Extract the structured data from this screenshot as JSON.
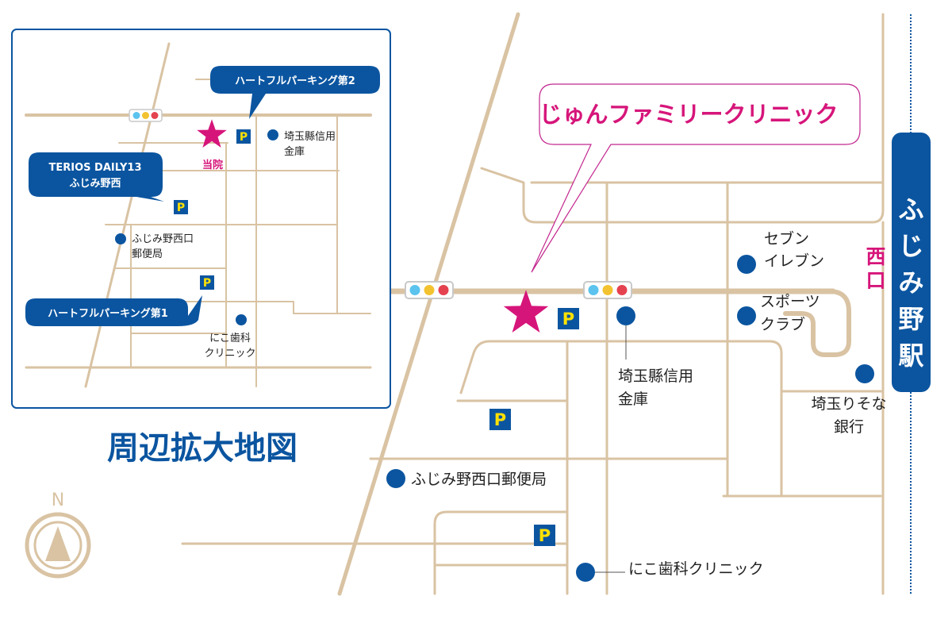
{
  "title": "周辺拡大地図",
  "clinic": {
    "name": "じゅんファミリークリニック",
    "inset_label": "当院",
    "color": "#d6157a"
  },
  "station": {
    "name": "ふじみ野駅",
    "exit": "西口",
    "color": "#0b55a0"
  },
  "compass": {
    "label": "N",
    "color": "#d9c3a3"
  },
  "colors": {
    "road": "#d9c3a3",
    "landmark": "#0b55a0",
    "parking_bg": "#0b55a0",
    "parking_fg": "#ffe100",
    "signal_light_1": "#5bc3ee",
    "signal_light_2": "#f2c230",
    "signal_light_3": "#e54250"
  },
  "parking_symbol": "P",
  "main_map": {
    "landmarks": [
      {
        "id": "saitama-shinkin",
        "line1": "埼玉縣信用",
        "line2": "金庫"
      },
      {
        "id": "seven-eleven",
        "line1": "セブン",
        "line2": "イレブン"
      },
      {
        "id": "sports-club",
        "line1": "スポーツ",
        "line2": "クラブ"
      },
      {
        "id": "resona",
        "line1": "埼玉りそな",
        "line2": "銀行"
      },
      {
        "id": "post-office",
        "line1": "ふじみ野西口郵便局"
      },
      {
        "id": "dental",
        "line1": "にこ歯科クリニック"
      }
    ]
  },
  "inset": {
    "bubbles": [
      {
        "id": "parking-2",
        "line1": "ハートフルパーキング第2"
      },
      {
        "id": "terios",
        "line1": "TERIOS DAILY13",
        "line2": "ふじみ野西"
      },
      {
        "id": "parking-1",
        "line1": "ハートフルパーキング第1"
      }
    ],
    "landmarks": [
      {
        "id": "saitama-shinkin",
        "line1": "埼玉縣信用",
        "line2": "金庫"
      },
      {
        "id": "post-office",
        "line1": "ふじみ野西口",
        "line2": "郵便局"
      },
      {
        "id": "dental",
        "line1": "にこ歯科",
        "line2": "クリニック"
      }
    ]
  }
}
